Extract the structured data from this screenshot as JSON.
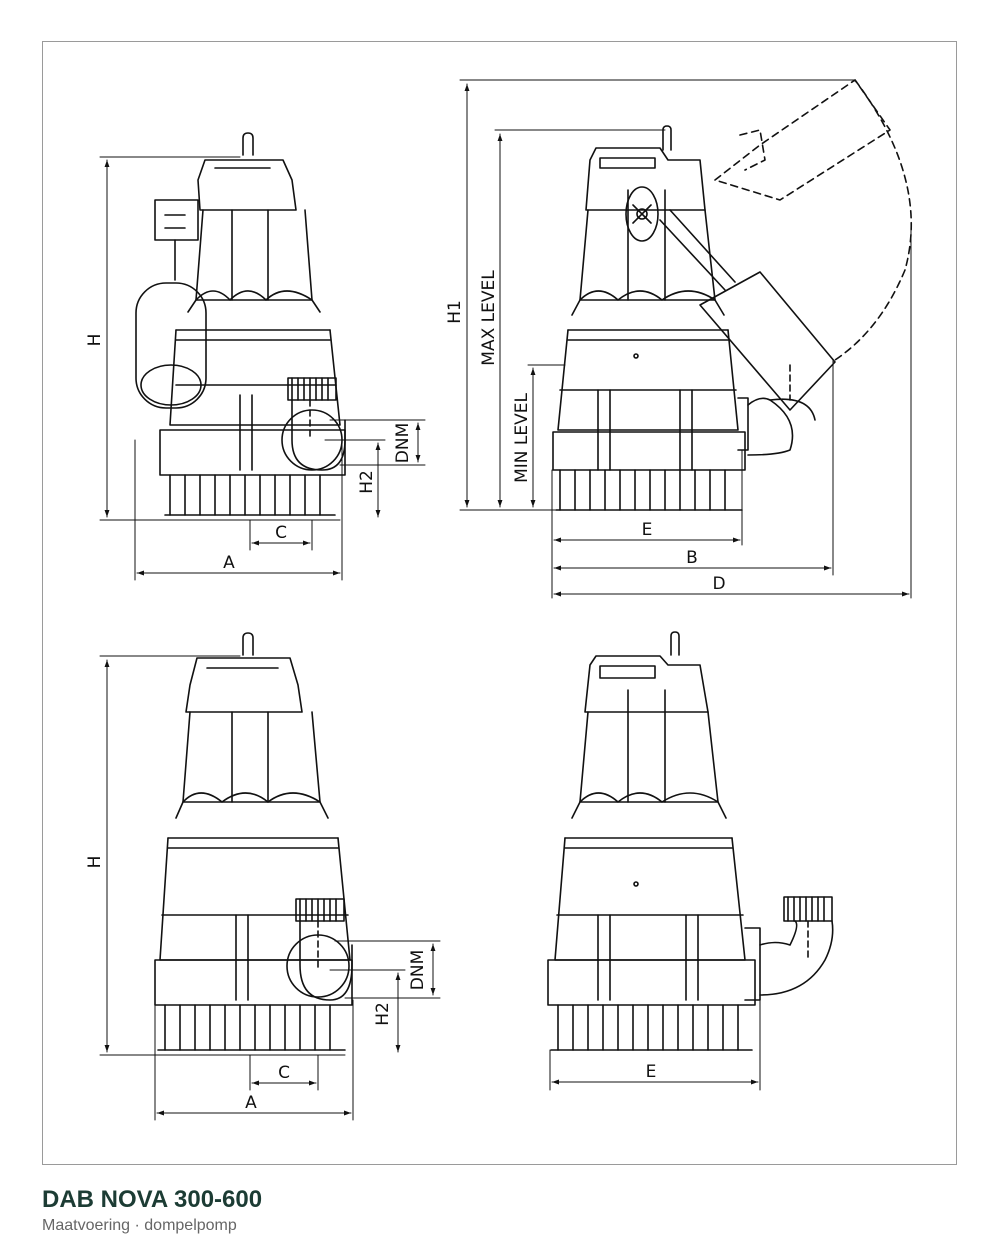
{
  "caption": {
    "title": "DAB NOVA 300-600",
    "subtitle": "Maatvoering · dompelpomp"
  },
  "labels": {
    "H": "H",
    "H1": "H1",
    "H2": "H2",
    "DNM": "DNM",
    "A": "A",
    "B": "B",
    "C": "C",
    "D": "D",
    "E": "E",
    "max_level": "MAX LEVEL",
    "min_level": "MIN LEVEL"
  },
  "colors": {
    "line": "#111111",
    "frame": "#9a9a9a",
    "title": "#1c3c34"
  }
}
